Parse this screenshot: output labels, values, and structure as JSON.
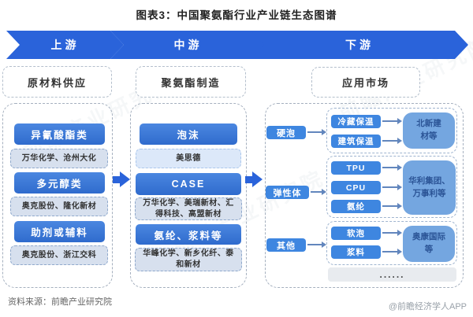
{
  "title": "图表3：中国聚氨酯行业产业链生态图谱",
  "banners": [
    {
      "label": "上游"
    },
    {
      "label": "中游"
    },
    {
      "label": "下游"
    }
  ],
  "upstream": {
    "header": "原材料供应",
    "groups": [
      {
        "category": "异氰酸酯类",
        "companies": "万华化学、沧州大化"
      },
      {
        "category": "多元醇类",
        "companies": "奥克股份、隆化新材"
      },
      {
        "category": "助剂或辅料",
        "companies": "奥克股份、浙江交科"
      }
    ]
  },
  "midstream": {
    "header": "聚氨酯制造",
    "groups": [
      {
        "category": "泡沫",
        "companies": "美思德"
      },
      {
        "category": "CASE",
        "companies": "万华化学、美瑞新材、汇得科技、高盟新材"
      },
      {
        "category": "氨纶、浆料等",
        "companies": "华峰化学、新乡化纤、泰和新材"
      }
    ]
  },
  "downstream": {
    "header": "应用市场",
    "rows": [
      {
        "category": "硬泡",
        "apps": [
          "冷藏保温",
          "建筑保温"
        ],
        "companies": "北新建材等"
      },
      {
        "category": "弹性体",
        "apps": [
          "TPU",
          "CPU",
          "氨纶"
        ],
        "companies": "华利集团、万事利等"
      },
      {
        "category": "其他",
        "apps": [
          "软泡",
          "浆料"
        ],
        "companies": "奥康国际等"
      }
    ],
    "more": "......"
  },
  "footer": {
    "source": "资料来源：前瞻产业研究院",
    "credit": "@前瞻经济学人APP"
  },
  "watermark": "前瞻产业研究院",
  "colors": {
    "banner_blue": "#2a63da",
    "category_blue": "#3c7ad8",
    "app_blue": "#3e86e0",
    "company_box_blue": "#74a6e0",
    "light_box": "#d7e0ee",
    "lighter_box": "#dce8f9"
  }
}
